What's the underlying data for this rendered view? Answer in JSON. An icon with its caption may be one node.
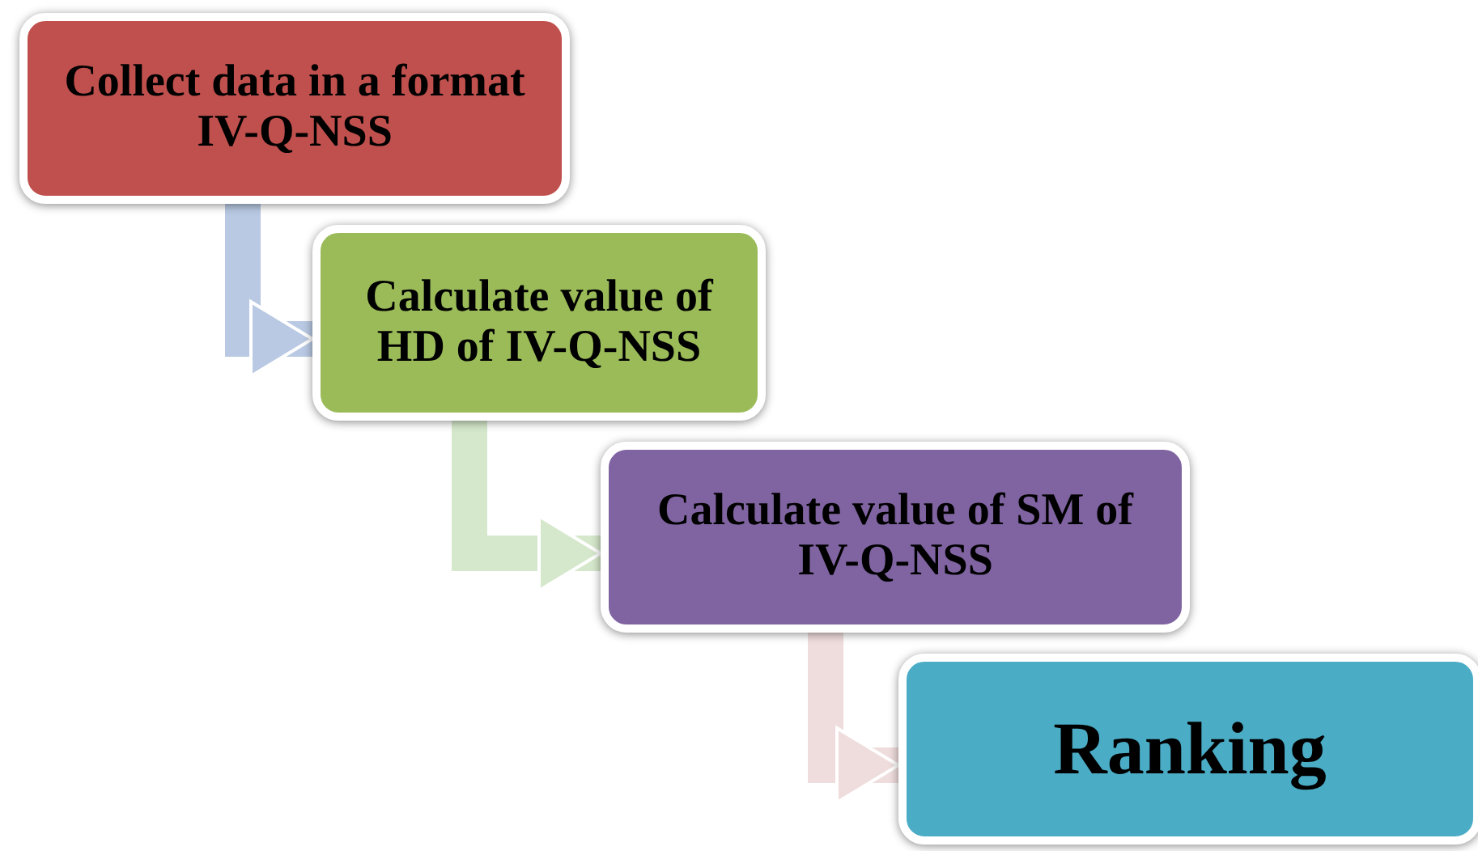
{
  "diagram": {
    "nodes": [
      {
        "text": [
          "Collect data in a format IV-Q-NSS"
        ]
      },
      {
        "text": [
          "Calculate value of HD of IV-Q-NSS"
        ]
      },
      {
        "text": [
          "Calculate value of SM of IV-Q-NSS"
        ]
      },
      {
        "text": [
          "Ranking"
        ]
      }
    ],
    "edges": [
      {
        "from": 0,
        "to": 1,
        "arrow": "to",
        "color": "#b9c9e3"
      },
      {
        "from": 1,
        "to": 2,
        "arrow": "to",
        "color": "#d5e8cb"
      },
      {
        "from": 2,
        "to": 3,
        "arrow": "to",
        "color": "#efdcdc"
      }
    ]
  }
}
